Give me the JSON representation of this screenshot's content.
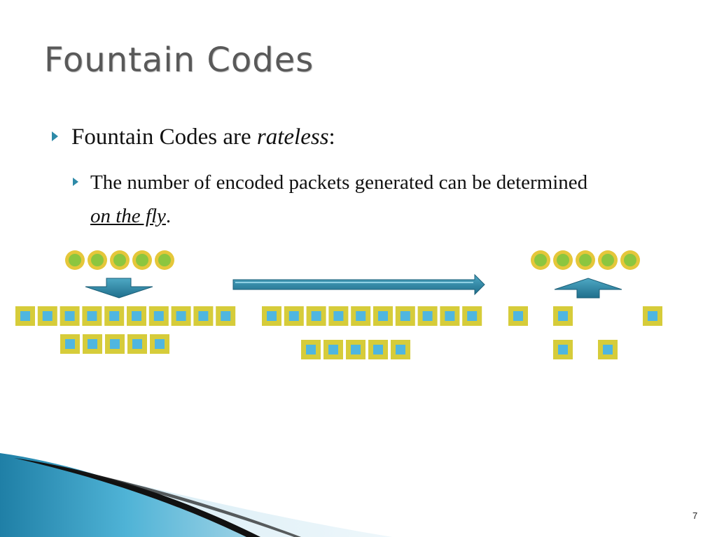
{
  "slide": {
    "title": "Fountain Codes",
    "bullet_1": {
      "before": "Fountain Codes are ",
      "emphasis": "rateless",
      "after": ":"
    },
    "bullet_2": {
      "line_1": "The number of encoded packets generated can be determined",
      "emphasis": "on the fly",
      "after": "."
    },
    "page_number": "7"
  },
  "colors": {
    "accent": "#2e8aa8",
    "symbol_fill_green": "#8cc63f",
    "symbol_ring_yellow": "#e5c73a",
    "packet_fill_blue": "#4fb6e0",
    "packet_border_yellow": "#d6cc3a",
    "arrow_teal": "#2e8aa8"
  },
  "icons": {
    "bullet": "triangle-right-icon",
    "encode_arrow": "down-arrow-icon",
    "transmit_arrow": "right-arrow-icon",
    "decode_arrow": "up-arrow-icon",
    "source_symbol": "circle-icon",
    "packet": "square-icon"
  }
}
